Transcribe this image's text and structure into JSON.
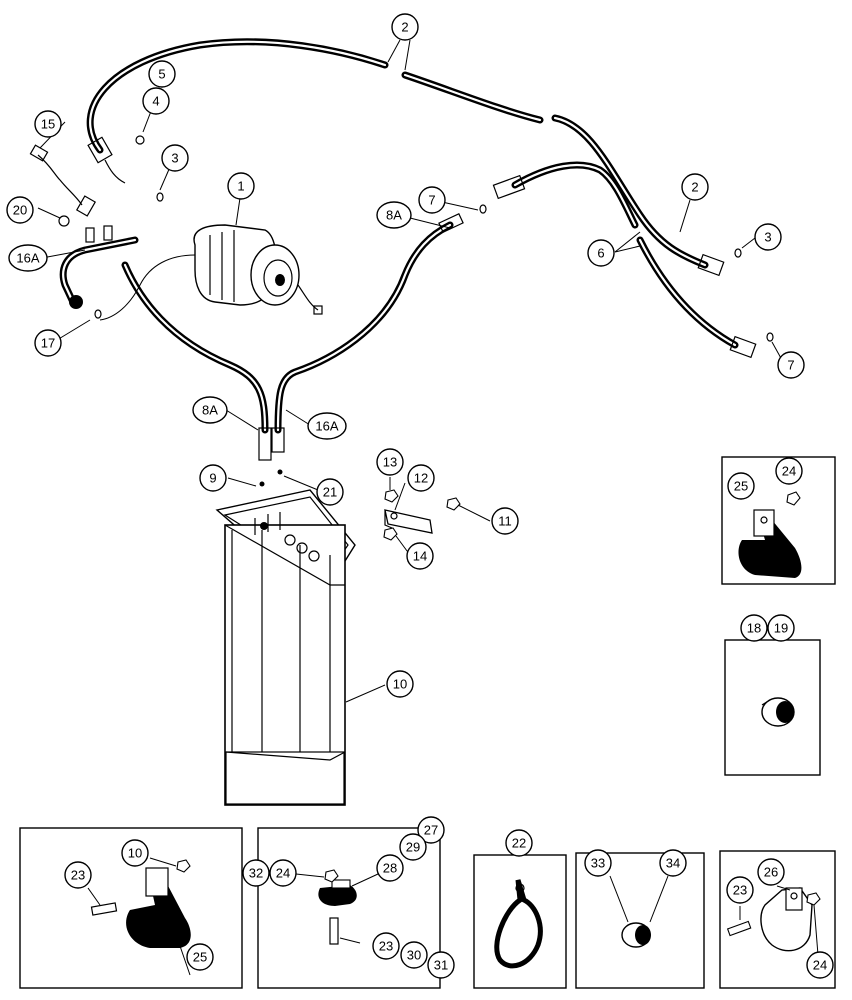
{
  "diagram": {
    "labels": {
      "c1": "1",
      "c2a": "2",
      "c2b": "2",
      "c3a": "3",
      "c3b": "3",
      "c4": "4",
      "c5": "5",
      "c6": "6",
      "c7a": "7",
      "c7b": "7",
      "c8a_top": "8A",
      "c8a_mid": "8A",
      "c9": "9",
      "c10": "10",
      "c11": "11",
      "c12": "12",
      "c13": "13",
      "c14": "14",
      "c15": "15",
      "c16a_left": "16A",
      "c16a_mid": "16A",
      "c17": "17",
      "c18": "18",
      "c19": "19",
      "c20": "20",
      "c21": "21",
      "c22": "22",
      "c23a": "23",
      "c23b": "23",
      "c23c": "23",
      "c24a": "24",
      "c24b": "24",
      "c24c": "24",
      "c25a": "25",
      "c25b": "25",
      "c26": "26",
      "c27": "27",
      "c28": "28",
      "c29": "29",
      "c30": "30",
      "c31": "31",
      "c32": "32",
      "c33": "33",
      "c34": "34",
      "c10b": "10"
    }
  }
}
